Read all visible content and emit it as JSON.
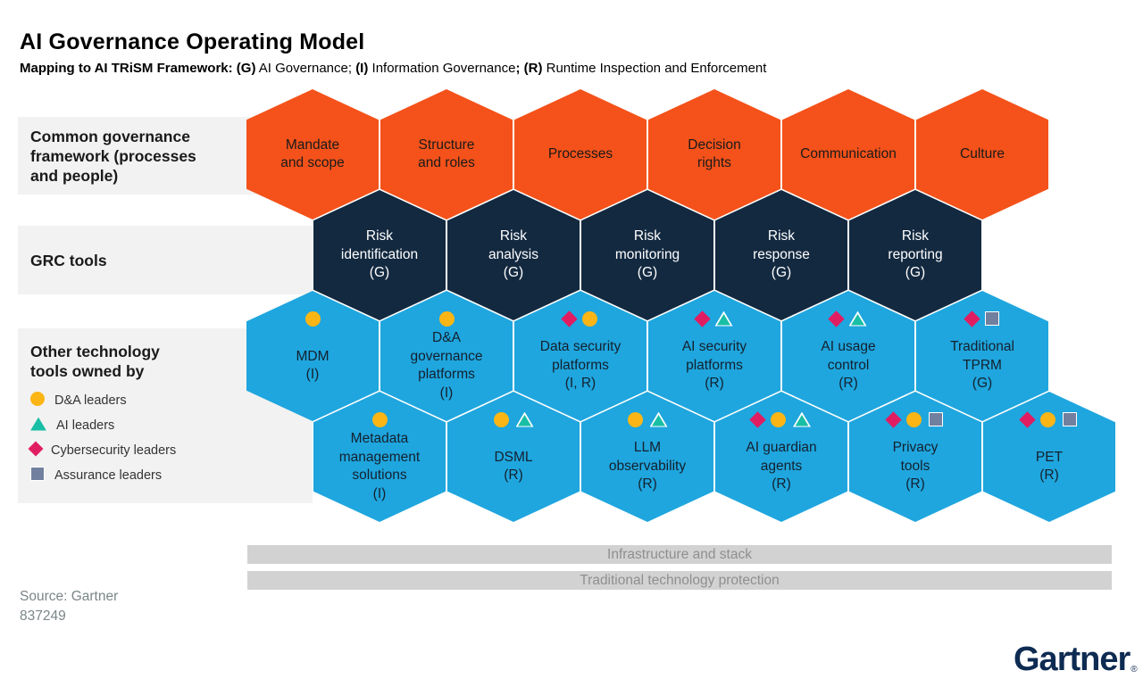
{
  "title": "AI Governance Operating Model",
  "subtitle": {
    "b1": "Mapping to AI TRiSM Framework: (G)",
    "r1": " AI Governance; ",
    "b2": "(I)",
    "r2": " Information Governance",
    "b3": "; (R)",
    "r3": " Runtime Inspection and Enforcement"
  },
  "side": {
    "common_governance_label": [
      "Common governance",
      "framework (processes",
      "and people)"
    ],
    "grc_label": "GRC tools",
    "other_tools_label": [
      "Other technology",
      "tools owned by"
    ],
    "legend": [
      {
        "markers": [
          "circle"
        ],
        "label": "D&A leaders"
      },
      {
        "markers": [
          "triangle"
        ],
        "label": "AI leaders"
      },
      {
        "markers": [
          "diamond"
        ],
        "label": "Cybersecurity leaders"
      },
      {
        "markers": [
          "square"
        ],
        "label": "Assurance leaders"
      }
    ]
  },
  "honeycomb": {
    "row1": [
      {
        "label": [
          "Mandate",
          "and scope"
        ]
      },
      {
        "label": [
          "Structure",
          "and roles"
        ]
      },
      {
        "label": [
          "Processes"
        ]
      },
      {
        "label": [
          "Decision",
          "rights"
        ]
      },
      {
        "label": [
          "Communication"
        ]
      },
      {
        "label": [
          "Culture"
        ]
      }
    ],
    "row2": [
      {
        "label": [
          "Risk",
          "identification",
          "(G)"
        ]
      },
      {
        "label": [
          "Risk",
          "analysis",
          "(G)"
        ]
      },
      {
        "label": [
          "Risk",
          "monitoring",
          "(G)"
        ]
      },
      {
        "label": [
          "Risk",
          "response",
          "(G)"
        ]
      },
      {
        "label": [
          "Risk",
          "reporting",
          "(G)"
        ]
      }
    ],
    "row3": [
      {
        "label": [
          "MDM",
          "(I)"
        ],
        "markers": [
          "circle"
        ]
      },
      {
        "label": [
          "D&A",
          "governance",
          "platforms",
          "(I)"
        ],
        "markers": [
          "circle"
        ]
      },
      {
        "label": [
          "Data security",
          "platforms",
          "(I, R)"
        ],
        "markers": [
          "diamond",
          "circle"
        ]
      },
      {
        "label": [
          "AI security",
          "platforms",
          "(R)"
        ],
        "markers": [
          "diamond",
          "triangle"
        ]
      },
      {
        "label": [
          "AI usage",
          "control",
          "(R)"
        ],
        "markers": [
          "diamond",
          "triangle"
        ]
      },
      {
        "label": [
          "Traditional",
          "TPRM",
          "(G)"
        ],
        "markers": [
          "diamond",
          "square"
        ]
      }
    ],
    "row4": [
      {
        "label": [
          "Metadata",
          "management",
          "solutions",
          "(I)"
        ],
        "markers": [
          "circle"
        ]
      },
      {
        "label": [
          "DSML",
          "(R)"
        ],
        "markers": [
          "circle",
          "triangle"
        ]
      },
      {
        "label": [
          "LLM",
          "observability",
          "(R)"
        ],
        "markers": [
          "circle",
          "triangle"
        ]
      },
      {
        "label": [
          "AI guardian",
          "agents",
          "(R)"
        ],
        "markers": [
          "diamond",
          "circle",
          "triangle"
        ]
      },
      {
        "label": [
          "Privacy",
          "tools",
          "(R)"
        ],
        "markers": [
          "diamond",
          "circle",
          "square"
        ]
      },
      {
        "label": [
          "PET",
          "(R)"
        ],
        "markers": [
          "diamond",
          "circle",
          "square"
        ]
      }
    ]
  },
  "bars": {
    "infrastructure": "Infrastructure and stack",
    "traditional": "Traditional technology protection"
  },
  "source": [
    "Source: Gartner",
    "837249"
  ],
  "logo": {
    "text": "Gartner",
    "reg": "®"
  },
  "colors": {
    "hex_orange": "#F4521A",
    "hex_navy": "#132940",
    "hex_blue": "#1FA6DE",
    "marker_yellow": "#FBB515",
    "marker_teal": "#19BFA5",
    "marker_pink": "#E11D62",
    "marker_blue_gray": "#72809F",
    "panel_gray": "#F2F2F2",
    "bar_gray": "#D2D2D2",
    "bar_text": "#8F8F8F",
    "logo_navy": "#0E2B52"
  }
}
